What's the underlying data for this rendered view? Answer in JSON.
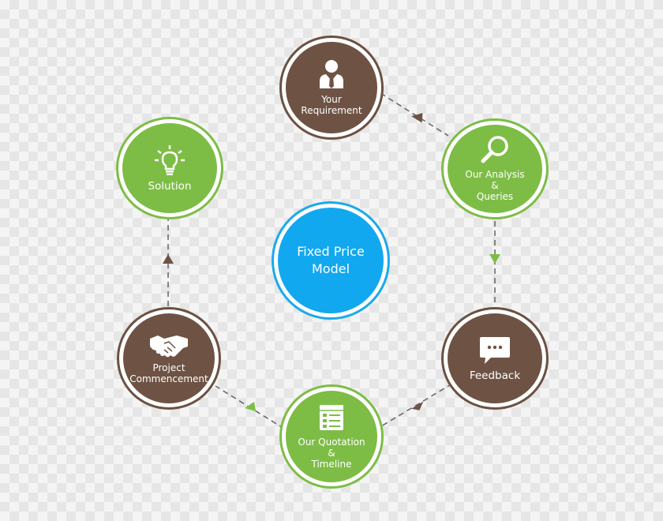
{
  "center": {
    "line1": "Fixed Price",
    "line2": "Model"
  },
  "nodes": {
    "requirement": {
      "line1": "Your",
      "line2": "Requirement",
      "icon": "user-tie-icon"
    },
    "analysis": {
      "line1": "Our Analysis",
      "line2": "&",
      "line3": "Queries",
      "icon": "search-icon"
    },
    "feedback": {
      "line1": "Feedback",
      "icon": "chat-bubble-icon"
    },
    "quotation": {
      "line1": "Our Quotation",
      "line2": "&",
      "line3": "Timeline",
      "icon": "checklist-icon"
    },
    "commencement": {
      "line1": "Project",
      "line2": "Commencement",
      "icon": "handshake-icon"
    },
    "solution": {
      "line1": "Solution",
      "icon": "lightbulb-icon"
    }
  },
  "colors": {
    "brown": "#6e5344",
    "green": "#7dbd45",
    "blue": "#12a8f0"
  }
}
